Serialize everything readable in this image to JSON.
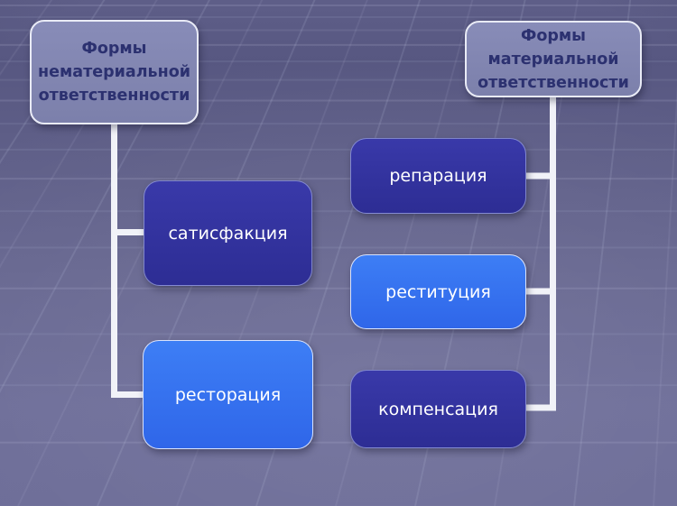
{
  "slide": {
    "groups": [
      {
        "id": "nonmaterial",
        "title": "Формы нематериальной ответственности",
        "items": [
          {
            "label": "сатисфакция",
            "variant": "dark"
          },
          {
            "label": "ресторация",
            "variant": "bright"
          }
        ]
      },
      {
        "id": "material",
        "title": "Формы материальной ответственности",
        "items": [
          {
            "label": "репарация",
            "variant": "dark"
          },
          {
            "label": "реституция",
            "variant": "bright"
          },
          {
            "label": "компенсация",
            "variant": "dark"
          }
        ]
      }
    ],
    "colors": {
      "background": "#66668f",
      "header_box_fill": "#8286b2",
      "header_text": "#2c3170",
      "dark_box_fill": "#32329e",
      "bright_box_fill": "#3672ef",
      "item_text": "#ffffff",
      "connector": "#f1f2f8"
    }
  }
}
